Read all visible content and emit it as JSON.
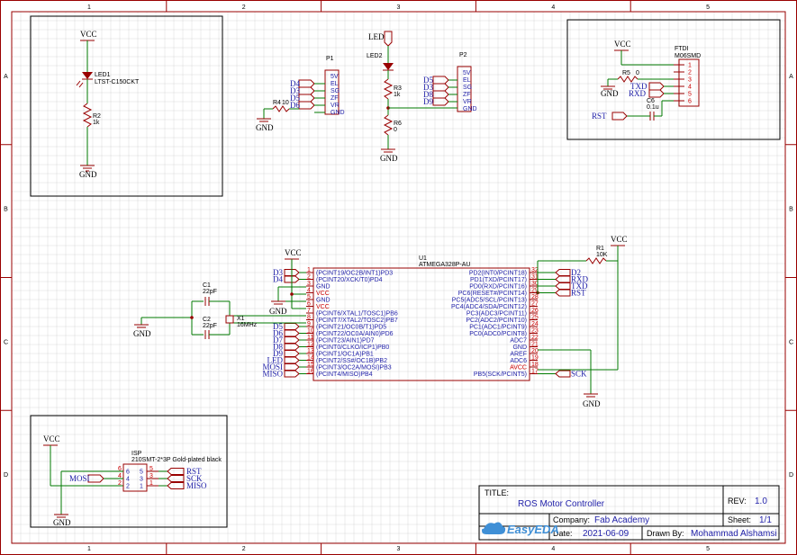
{
  "border": {
    "columns": [
      "1",
      "2",
      "3",
      "4",
      "5"
    ],
    "rows": [
      "A",
      "B",
      "C",
      "D"
    ]
  },
  "title_block": {
    "title_label": "TITLE:",
    "title": "ROS Motor Controller",
    "rev_label": "REV:",
    "rev": "1.0",
    "company_label": "Company:",
    "company": "Fab Academy",
    "sheet_label": "Sheet:",
    "sheet": "1/1",
    "date_label": "Date:",
    "date": "2021-06-09",
    "drawn_label": "Drawn By:",
    "drawn_by": "Mohammad Alshamsi",
    "logo": "EasyEDA"
  },
  "led_block": {
    "vcc": "VCC",
    "led_ref": "LED1",
    "led_part": "LTST-C150CKT",
    "r_ref": "R2",
    "r_val": "1k",
    "gnd": "GND"
  },
  "p1_block": {
    "ref": "P1",
    "pins": [
      "5V",
      "EL",
      "SG",
      "ZF",
      "VR",
      "GND"
    ],
    "nets": [
      "D4",
      "D3",
      "D5",
      "D6"
    ],
    "r_ref": "R4",
    "r_val": "10",
    "r_net": "D6",
    "gnd": "GND"
  },
  "p2_block": {
    "ref": "P2",
    "led_net": "LED",
    "led_ref": "LED2",
    "r3_ref": "R3",
    "r3_val": "1k",
    "r6_ref": "R6",
    "r6_val": "0",
    "pins": [
      "5V",
      "EL",
      "SG",
      "ZF",
      "VR",
      "GND"
    ],
    "nets": [
      "D5",
      "D3",
      "D8",
      "D9"
    ],
    "gnd": "GND"
  },
  "ftdi_block": {
    "vcc": "VCC",
    "ref": "FTDI",
    "part": "M06SMD",
    "r_ref": "R5",
    "r_val": "0",
    "txd": "TXD",
    "rxd": "RXD",
    "c_ref": "C6",
    "c_val": "0.1u",
    "rst": "RST",
    "gnd": "GND",
    "pin_numbers": [
      "1",
      "2",
      "3",
      "4",
      "5",
      "6"
    ]
  },
  "mcu": {
    "ref": "U1",
    "part": "ATMEGA328P-AU",
    "left_pins": [
      {
        "num": "1",
        "name": "(PCINT19/OC2B/INT1)PD3",
        "net": "D3"
      },
      {
        "num": "2",
        "name": "(PCINT20/XCK/T0)PD4",
        "net": "D4"
      },
      {
        "num": "3",
        "name": "GND",
        "net": ""
      },
      {
        "num": "4",
        "name": "VCC",
        "net": ""
      },
      {
        "num": "5",
        "name": "GND",
        "net": ""
      },
      {
        "num": "6",
        "name": "VCC",
        "net": ""
      },
      {
        "num": "7",
        "name": "(PCINT6/XTAL1/TOSC1)PB6",
        "net": ""
      },
      {
        "num": "8",
        "name": "(PCINT7/XTAL2/TOSC2)PB7",
        "net": ""
      },
      {
        "num": "9",
        "name": "(PCINT21/OC0B/T1)PD5",
        "net": "D5"
      },
      {
        "num": "10",
        "name": "(PCINT22/OC0A/AIN0)PD6",
        "net": "D6"
      },
      {
        "num": "11",
        "name": "(PCINT23/AIN1)PD7",
        "net": "D7"
      },
      {
        "num": "12",
        "name": "(PCINT0/CLKO/ICP1)PB0",
        "net": "D8"
      },
      {
        "num": "13",
        "name": "(PCINT1/OC1A)PB1",
        "net": "D9"
      },
      {
        "num": "14",
        "name": "(PCINT2/SS#/OC1B)PB2",
        "net": "LED"
      },
      {
        "num": "15",
        "name": "(PCINT3/OC2A/MOSI)PB3",
        "net": "MOSI"
      },
      {
        "num": "16",
        "name": "(PCINT4/MISO)PB4",
        "net": "MISO"
      }
    ],
    "right_pins": [
      {
        "num": "32",
        "name": "PD2(INT0/PCINT18)",
        "net": "D2"
      },
      {
        "num": "31",
        "name": "PD1(TXD/PCINT17)",
        "net": "RXD"
      },
      {
        "num": "30",
        "name": "PD0(RXD/PCINT16)",
        "net": "TXD"
      },
      {
        "num": "29",
        "name": "PC6(RESET#/PCINT14)",
        "net": "RST"
      },
      {
        "num": "28",
        "name": "PC5(ADC5/SCL/PCINT13)",
        "net": ""
      },
      {
        "num": "27",
        "name": "PC4(ADC4/SDA/PCINT12)",
        "net": ""
      },
      {
        "num": "26",
        "name": "PC3(ADC3/PCINT11)",
        "net": ""
      },
      {
        "num": "25",
        "name": "PC2(ADC2/PCINT10)",
        "net": ""
      },
      {
        "num": "24",
        "name": "PC1(ADC1/PCINT9)",
        "net": ""
      },
      {
        "num": "23",
        "name": "PC0(ADC0/PCINT8)",
        "net": ""
      },
      {
        "num": "22",
        "name": "ADC7",
        "net": ""
      },
      {
        "num": "21",
        "name": "GND",
        "net": ""
      },
      {
        "num": "20",
        "name": "AREF",
        "net": ""
      },
      {
        "num": "19",
        "name": "ADC6",
        "net": ""
      },
      {
        "num": "18",
        "name": "AVCC",
        "net": ""
      },
      {
        "num": "17",
        "name": "PB5(SCK/PCINT5)",
        "net": "SCK"
      }
    ],
    "vcc": "VCC",
    "gnd": "GND",
    "r1_ref": "R1",
    "r1_val": "10K",
    "c1_ref": "C1",
    "c1_val": "22pF",
    "c2_ref": "C2",
    "c2_val": "22pF",
    "x1_ref": "X1",
    "x1_val": "16MHz"
  },
  "isp_block": {
    "vcc": "VCC",
    "ref": "ISP",
    "part": "210SMT-2*3P Gold-plated black",
    "left_nums": [
      "6",
      "4",
      "2"
    ],
    "inner_left": [
      "6",
      "4",
      "2"
    ],
    "inner_right": [
      "5",
      "3",
      "1"
    ],
    "right_nums": [
      "5",
      "3",
      "1"
    ],
    "right_nets": [
      "RST",
      "SCK",
      "MISO"
    ],
    "left_net": "MOSI",
    "gnd": "GND"
  }
}
